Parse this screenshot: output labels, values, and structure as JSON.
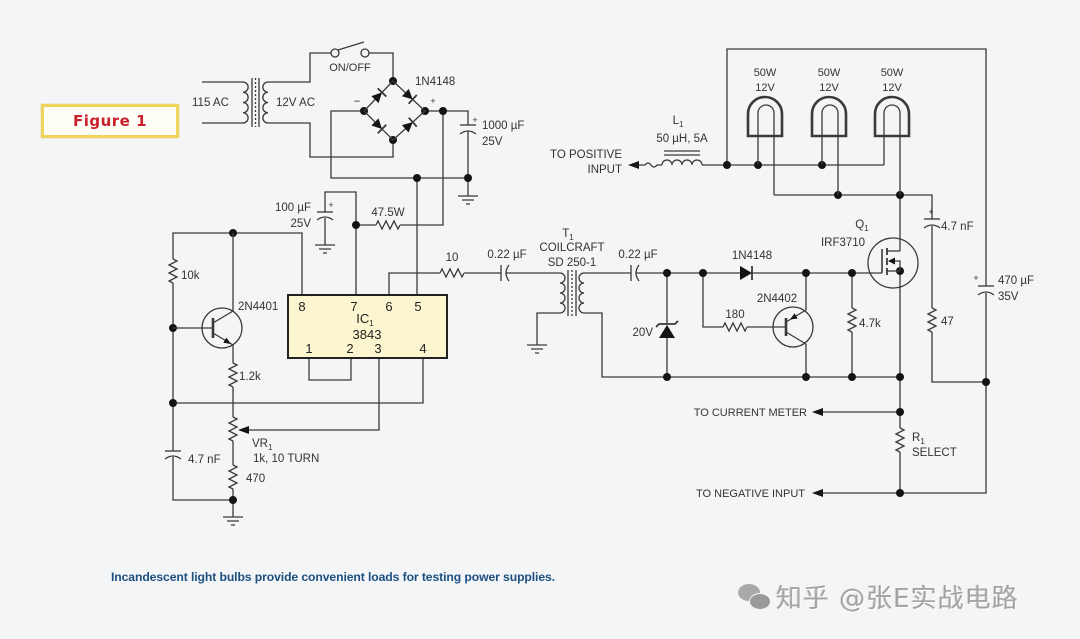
{
  "figure_label": "Figure 1",
  "caption": "Incandescent light bulbs provide convenient loads for testing power supplies.",
  "watermark": {
    "icon": "wechat-icon",
    "text": "知乎 @张E实战电路"
  },
  "colors": {
    "background": "#f3f5f7",
    "wire": "#3a3a3a",
    "figure_label_text": "#c8202c",
    "figure_label_border": "#f0d35c",
    "ic_fill": "#fbf6cf",
    "caption": "#1d4f80"
  },
  "power_supply": {
    "ac_input": "115 AC",
    "secondary": "12V AC",
    "switch": "ON/OFF",
    "bridge": "1N4148",
    "bridge_minus": "−",
    "bridge_plus": "+",
    "filter_cap": {
      "polarity": "+",
      "value": "1000 µF",
      "voltage": "25V"
    }
  },
  "controller": {
    "supply_cap": {
      "polarity": "+",
      "value": "100 µF",
      "voltage": "25V"
    },
    "dropping_resistor": "47.5W",
    "r_10k": "10k",
    "transistor": "2N4401",
    "ic": {
      "ref": "IC",
      "ref_sub": "1",
      "part": "3843",
      "pins_top": [
        "8",
        "7",
        "6",
        "5"
      ],
      "pins_bottom": [
        "1",
        "2",
        "3",
        "4"
      ]
    },
    "r_1_2k": "1.2k",
    "pot": {
      "ref": "VR",
      "ref_sub": "1",
      "value": "1k, 10 TURN"
    },
    "timing_cap": "4.7 nF",
    "r_470": "470"
  },
  "gate_drive": {
    "r_10": "10",
    "cap_in": "0.22 µF",
    "transformer": {
      "ref": "T",
      "ref_sub": "1",
      "maker": "COILCRAFT",
      "part": "SD 250-1"
    },
    "cap_out": "0.22 µF",
    "zener": "20V",
    "diode": "1N4148",
    "transistor": "2N4402",
    "r_180": "180",
    "r_4_7k": "4.7k"
  },
  "load": {
    "inductor": {
      "ref": "L",
      "ref_sub": "1",
      "value": "50 µH, 5A"
    },
    "positive_input": [
      "TO POSITIVE",
      "INPUT"
    ],
    "bulbs": [
      {
        "power": "50W",
        "voltage": "12V"
      },
      {
        "power": "50W",
        "voltage": "12V"
      },
      {
        "power": "50W",
        "voltage": "12V"
      }
    ],
    "mosfet": {
      "ref": "Q",
      "ref_sub": "1",
      "part": "IRF3710"
    },
    "snubber_cap": {
      "polarity": "+",
      "value": "4.7 nF"
    },
    "snubber_resistor": "47",
    "bulk_cap": {
      "polarity": "+",
      "value": "470 µF",
      "voltage": "35V"
    },
    "current_meter": "TO CURRENT METER",
    "negative_input": "TO NEGATIVE INPUT",
    "sense_resistor": {
      "ref": "R",
      "ref_sub": "1",
      "value": "SELECT"
    }
  }
}
